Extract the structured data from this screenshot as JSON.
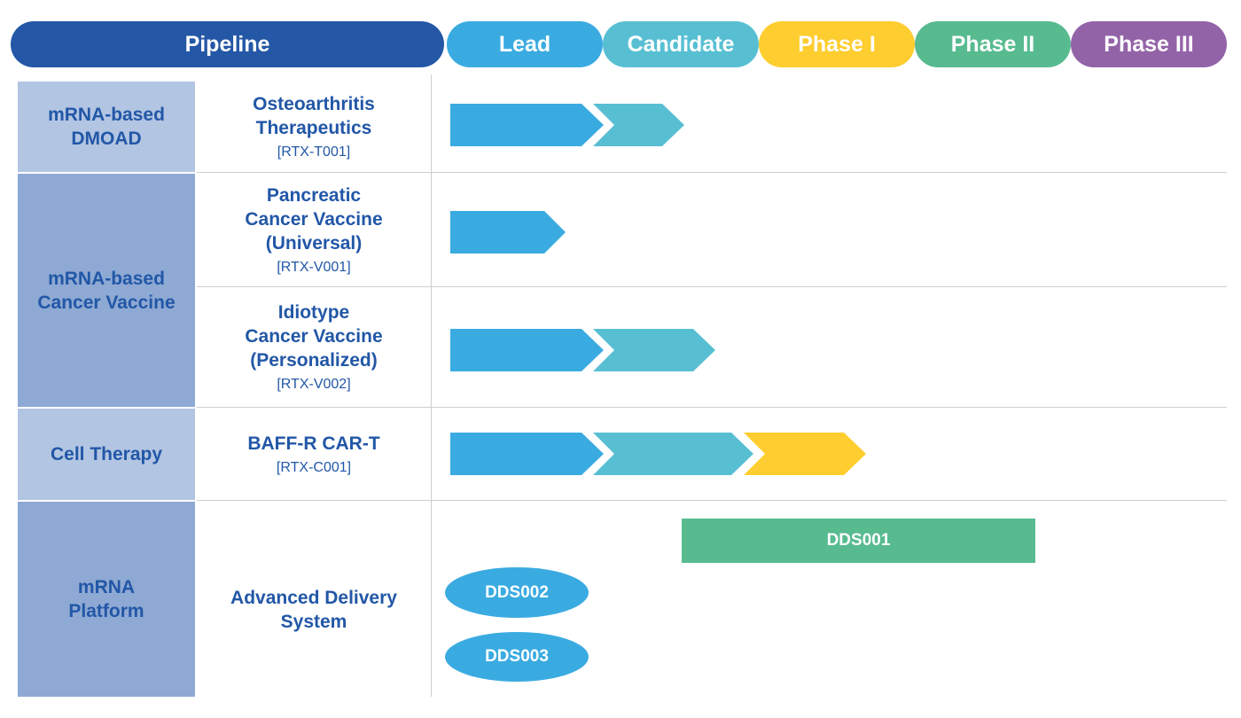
{
  "header": {
    "title": "Pipeline",
    "stages": [
      "Lead",
      "Candidate",
      "Phase I",
      "Phase II",
      "Phase III"
    ]
  },
  "colors": {
    "header_bg": "#2457a6",
    "lead": "#3aabe1",
    "candidate": "#58bfd3",
    "phase1": "#fecd2f",
    "phase2": "#57bb8f",
    "phase3": "#9363a8",
    "category_light": "#b2c5e2",
    "category_dark": "#8ea9d3",
    "text": "#2257a7"
  },
  "categories": [
    {
      "label": "mRNA-based\nDMOAD"
    },
    {
      "label": "mRNA-based\nCancer Vaccine"
    },
    {
      "label": "Cell Therapy"
    },
    {
      "label": "mRNA\nPlatform"
    }
  ],
  "programs": [
    {
      "name": "Osteoarthritis\nTherapeutics",
      "code": "[RTX-T001]",
      "stage_reached": "Candidate"
    },
    {
      "name": "Pancreatic\nCancer Vaccine\n(Universal)",
      "code": "[RTX-V001]",
      "stage_reached": "Lead"
    },
    {
      "name": "Idiotype\nCancer Vaccine\n(Personalized)",
      "code": "[RTX-V002]",
      "stage_reached": "Candidate"
    },
    {
      "name": "BAFF-R CAR-T",
      "code": "[RTX-C001]",
      "stage_reached": "Phase I"
    },
    {
      "name": "Advanced Delivery\nSystem",
      "code": ""
    }
  ],
  "platform_items": [
    "DDS001",
    "DDS002",
    "DDS003"
  ]
}
